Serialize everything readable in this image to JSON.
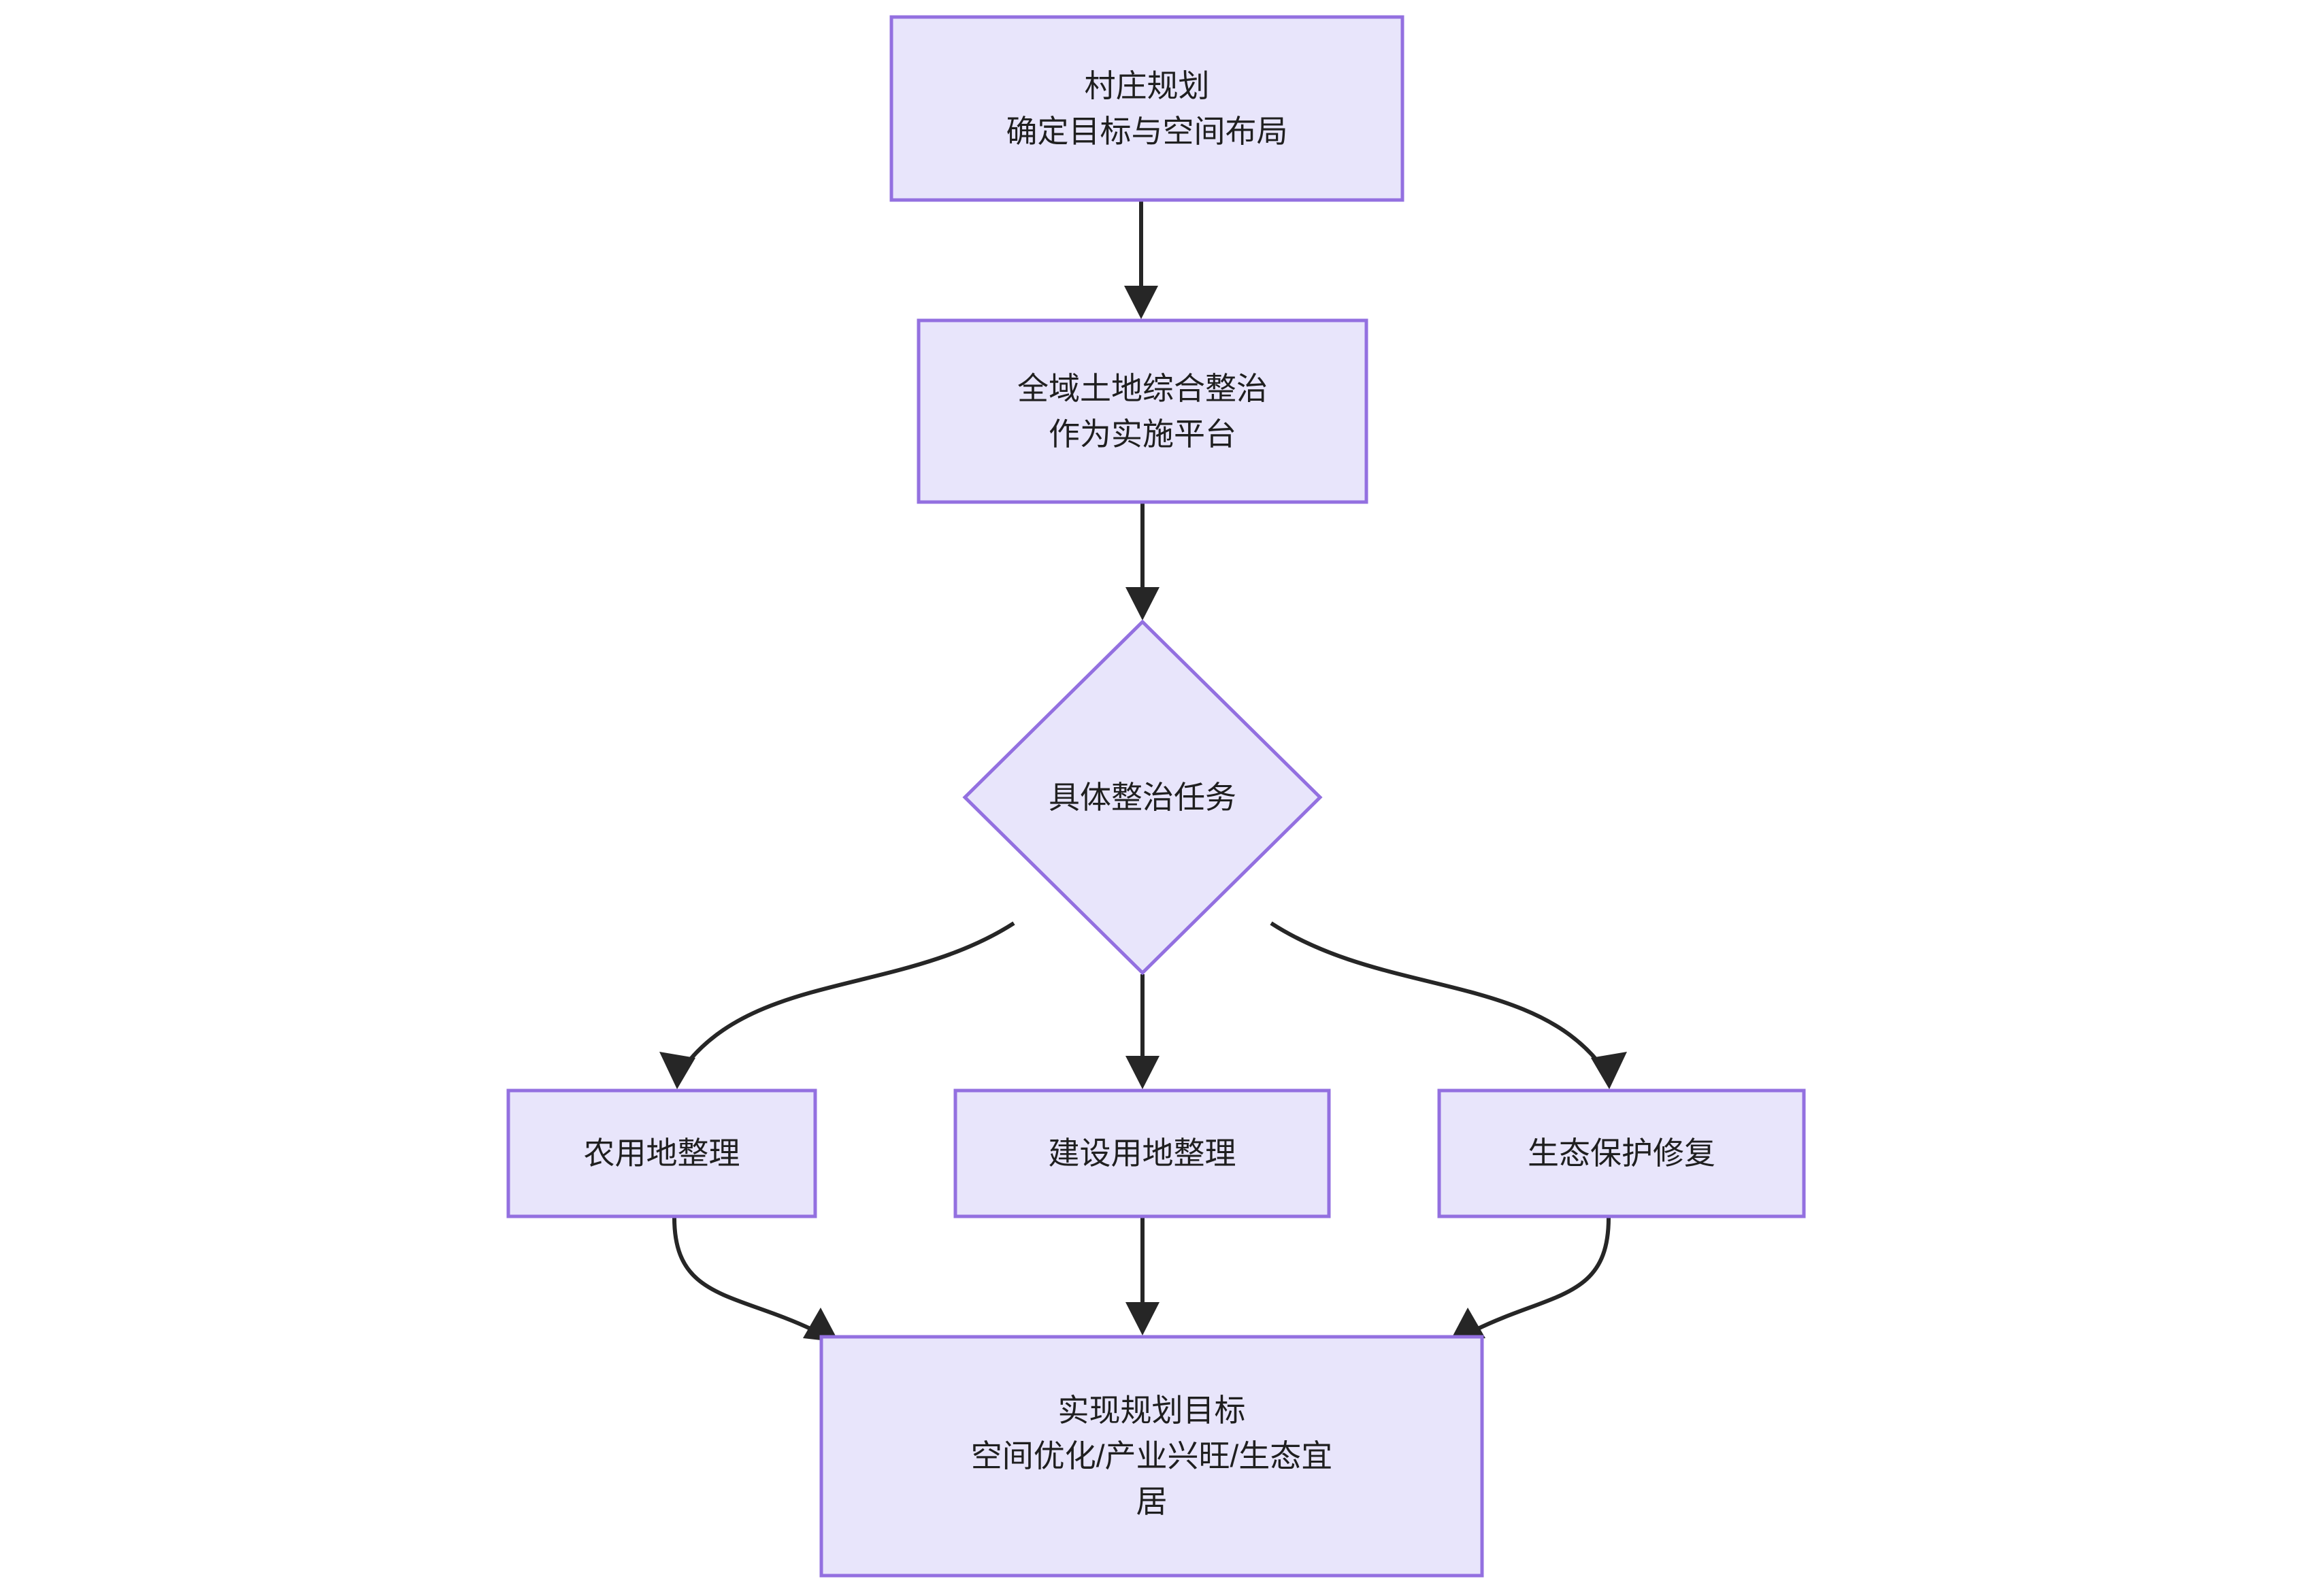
{
  "diagram": {
    "type": "flowchart",
    "direction": "top-to-bottom",
    "theme": {
      "node_fill": "#e8e5fb",
      "node_border": "#9370e0",
      "edge_color": "#262626",
      "text_color": "#1f1f1f",
      "background": "#ffffff"
    },
    "nodes": [
      {
        "id": "plan",
        "shape": "rectangle",
        "line1": "村庄规划",
        "line2": "确定目标与空间布局"
      },
      {
        "id": "platform",
        "shape": "rectangle",
        "line1": "全域土地综合整治",
        "line2": "作为实施平台"
      },
      {
        "id": "tasks",
        "shape": "diamond",
        "line1": "具体整治任务"
      },
      {
        "id": "farmland",
        "shape": "rectangle",
        "line1": "农用地整理"
      },
      {
        "id": "construction",
        "shape": "rectangle",
        "line1": "建设用地整理"
      },
      {
        "id": "ecology",
        "shape": "rectangle",
        "line1": "生态保护修复"
      },
      {
        "id": "goal",
        "shape": "rectangle",
        "line1": "实现规划目标",
        "line2": "空间优化/产业兴旺/生态宜",
        "line3": "居"
      }
    ],
    "edges": [
      {
        "from": "plan",
        "to": "platform",
        "label": ""
      },
      {
        "from": "platform",
        "to": "tasks",
        "label": ""
      },
      {
        "from": "tasks",
        "to": "farmland",
        "label": ""
      },
      {
        "from": "tasks",
        "to": "construction",
        "label": ""
      },
      {
        "from": "tasks",
        "to": "ecology",
        "label": ""
      },
      {
        "from": "farmland",
        "to": "goal",
        "label": ""
      },
      {
        "from": "construction",
        "to": "goal",
        "label": ""
      },
      {
        "from": "ecology",
        "to": "goal",
        "label": ""
      }
    ]
  }
}
